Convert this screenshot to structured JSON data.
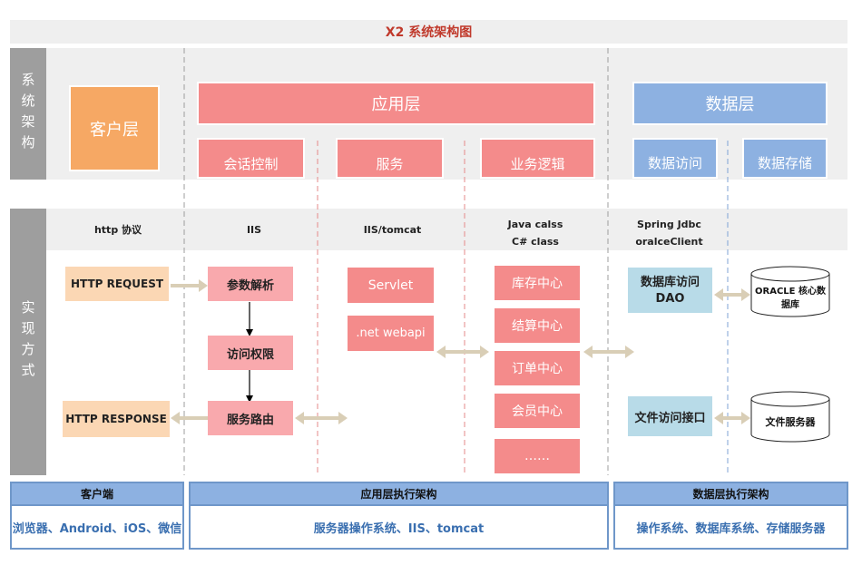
{
  "title": "X2 系统架构图",
  "side_labels": {
    "arch": "系统架构",
    "impl": "实现方式"
  },
  "arch": {
    "client": "客户层",
    "app": "应用层",
    "app_subs": [
      "会话控制",
      "服务",
      "业务逻辑"
    ],
    "data": "数据层",
    "data_subs": [
      "数据访问",
      "数据存储"
    ]
  },
  "impl_headers": {
    "http": "http 协议",
    "iis": "IIS",
    "iis_tomcat": "IIS/tomcat",
    "java_line1": "Java calss",
    "java_line2": "C# class",
    "spring_line1": "Spring Jdbc",
    "spring_line2": "oralceClient"
  },
  "client_boxes": {
    "request": "HTTP REQUEST",
    "response": "HTTP RESPONSE"
  },
  "session_boxes": [
    "参数解析",
    "访问权限",
    "服务路由"
  ],
  "service_boxes": {
    "servlet": "Servlet",
    "webapi": ".net webapi"
  },
  "logic_boxes": [
    "库存中心",
    "结算中心",
    "订单中心",
    "会员中心",
    "……"
  ],
  "data_access": {
    "dao_line1": "数据库访问",
    "dao_line2": "DAO",
    "file": "文件访问接口"
  },
  "storage": {
    "db": "ORACLE 核心数据库",
    "file": "文件服务器"
  },
  "footer": {
    "client_head": "客户端",
    "client_body": "浏览器、Android、iOS、微信",
    "app_head": "应用层执行架构",
    "app_body": "服务器操作系统、IIS、tomcat",
    "data_head": "数据层执行架构",
    "data_body": "操作系统、数据库系统、存储服务器"
  },
  "colors": {
    "pink": "#f48b8b",
    "light_pink": "#f9a9ad",
    "blue": "#8db1e1",
    "light_blue": "#b8dbe8",
    "orange": "#f6a864",
    "peach": "#fbd7b4",
    "title_red": "#c0392b",
    "arrow_tan": "#d9ceb6"
  }
}
